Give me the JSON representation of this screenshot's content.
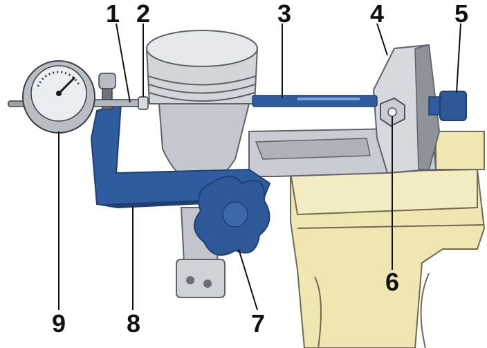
{
  "colors": {
    "background": "#ffffff",
    "vise": "#efe6b2",
    "vise_outline": "#6f6a50",
    "fixture_metal": "#c9ccd2",
    "fixture_shadow": "#8e9299",
    "bracket_blue": "#2f5c9e",
    "bracket_dark": "#1e3f73",
    "knob_blue": "#2e5898",
    "piston_metal": "#d2d5da",
    "gauge_face": "#e9eef2",
    "gauge_needle": "#1a1a1a",
    "leader_line": "#111111"
  },
  "parts": {
    "vise": "vise-jaws",
    "fixture": "fixture-body",
    "piston": "piston",
    "screw": "threaded-rod",
    "nut": "hex-nut",
    "clamp_bolt": "clamp-bolt",
    "bracket": "indicator-bracket",
    "knob": "star-knob",
    "gauge": "dial-indicator",
    "connecting_rod": "connecting-rod"
  },
  "callouts": [
    {
      "id": "1",
      "label": "1"
    },
    {
      "id": "2",
      "label": "2"
    },
    {
      "id": "3",
      "label": "3"
    },
    {
      "id": "4",
      "label": "4"
    },
    {
      "id": "5",
      "label": "5"
    },
    {
      "id": "6",
      "label": "6"
    },
    {
      "id": "7",
      "label": "7"
    },
    {
      "id": "8",
      "label": "8"
    },
    {
      "id": "9",
      "label": "9"
    }
  ]
}
